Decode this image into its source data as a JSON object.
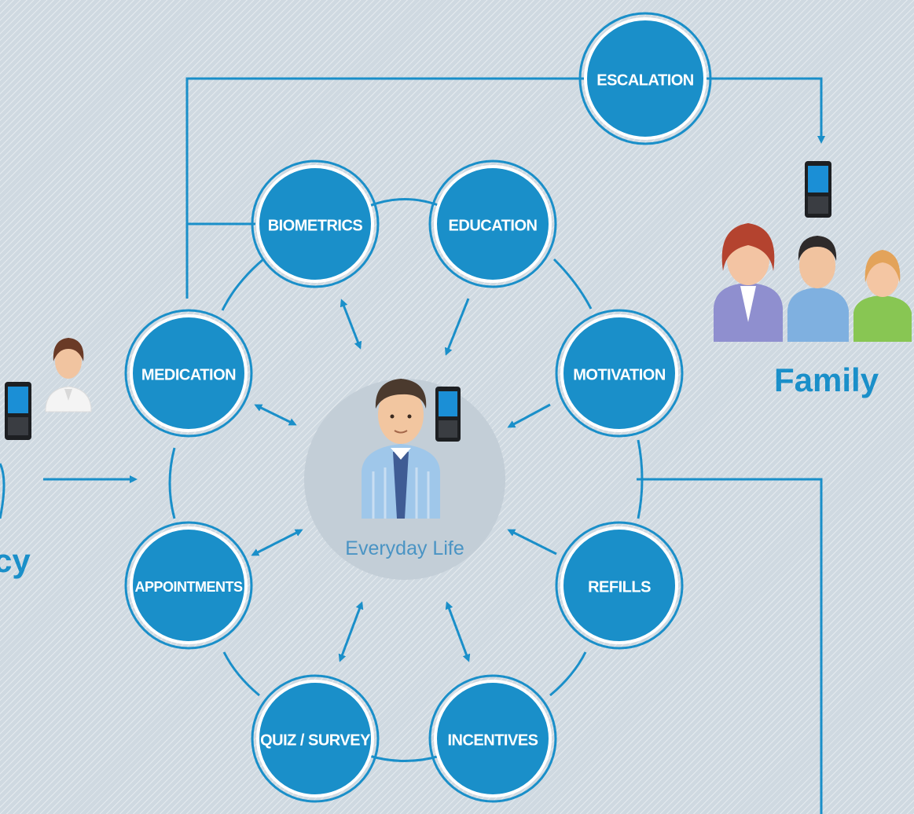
{
  "diagram": {
    "center_label": "Everyday Life",
    "nodes": {
      "escalation": "ESCALATION",
      "biometrics": "BIOMETRICS",
      "education": "EDUCATION",
      "medication": "MEDICATION",
      "motivation": "MOTIVATION",
      "appointments": "APPOINTMENTS",
      "refills": "REFILLS",
      "quiz_survey": "QUIZ / SURVEY",
      "incentives": "INCENTIVES"
    },
    "family_label": "Family",
    "left_cut_label": "cy"
  },
  "colors": {
    "accent": "#1a8fc9",
    "background": "#cfd9e1",
    "center_disc": "#c3ced7"
  },
  "icons": [
    "mobile-phone-icon",
    "doctor-avatar-icon",
    "patient-avatar-icon",
    "family-avatars-icon"
  ]
}
